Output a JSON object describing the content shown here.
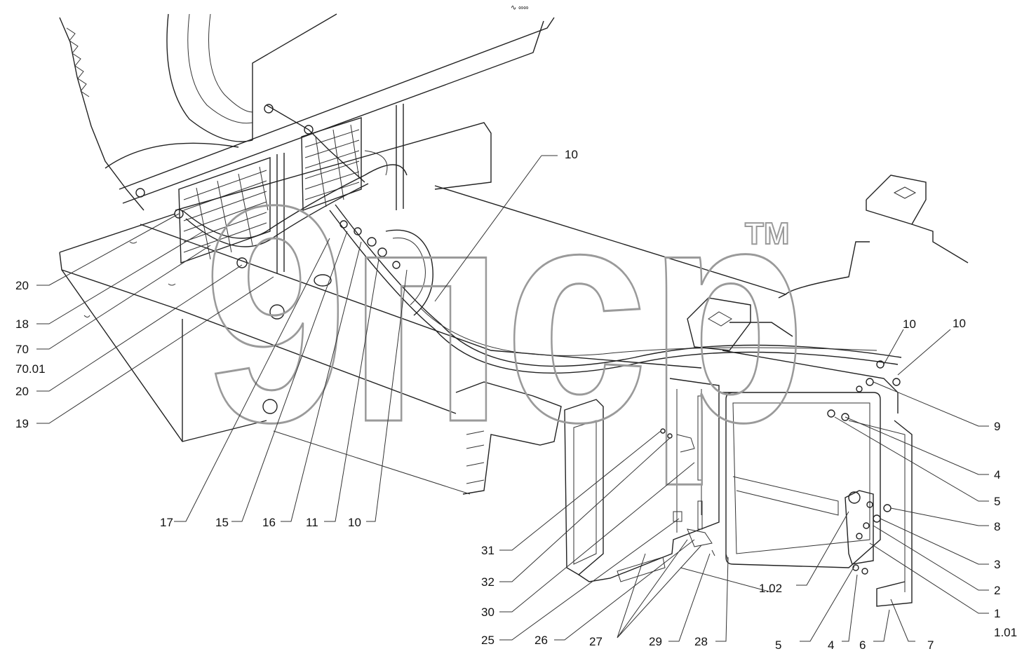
{
  "header": {
    "mark": "∿ ∞∞"
  },
  "watermark": {
    "text": "9пср",
    "tm": "TM"
  },
  "callouts": {
    "c10_top": "10",
    "c20_a": "20",
    "c18": "18",
    "c70": "70",
    "c70_01": "70.01",
    "c20_b": "20",
    "c19": "19",
    "c17": "17",
    "c15": "15",
    "c16": "16",
    "c11": "11",
    "c10_bottom": "10",
    "c10_right_a": "10",
    "c10_right_b": "10",
    "c9": "9",
    "c4_right": "4",
    "c5_right": "5",
    "c8": "8",
    "c3": "3",
    "c2": "2",
    "c1": "1",
    "c1_01": "1.01",
    "c7": "7",
    "c6": "6",
    "c4_bottom": "4",
    "c5_bottom": "5",
    "c1_02": "1.02",
    "c31": "31",
    "c32": "32",
    "c30": "30",
    "c25": "25",
    "c26": "26",
    "c27": "27",
    "c29": "29",
    "c28": "28"
  }
}
